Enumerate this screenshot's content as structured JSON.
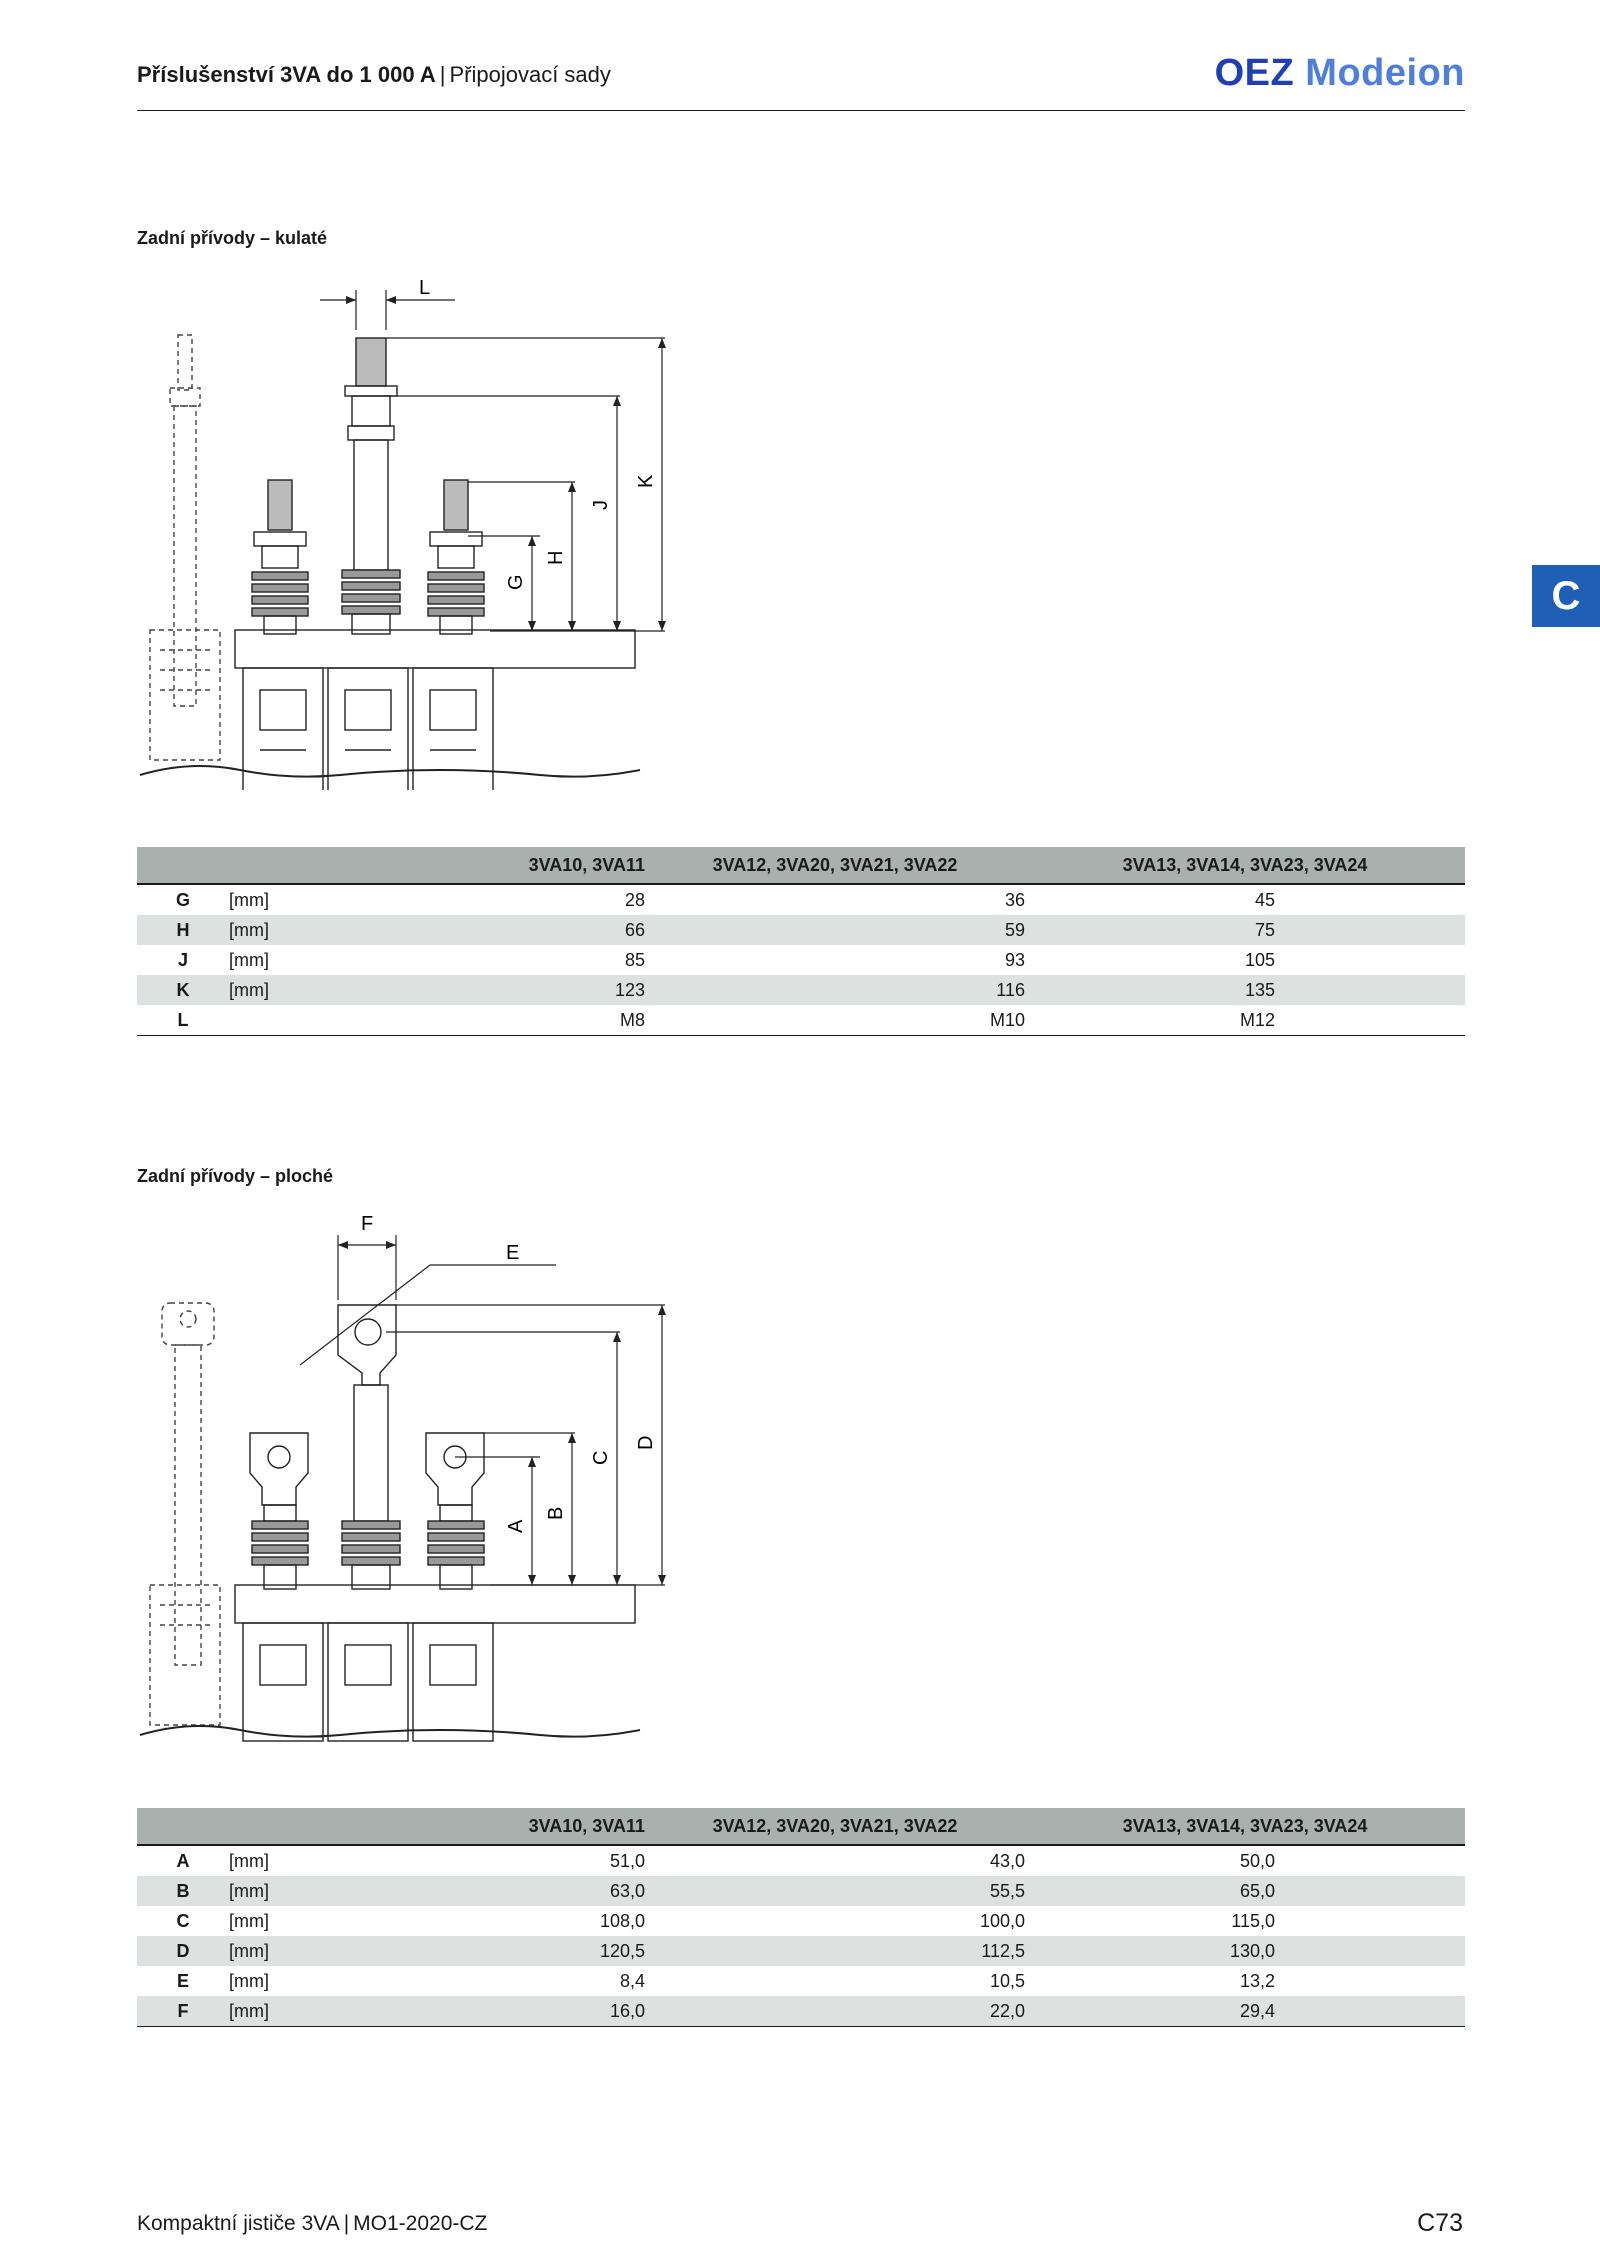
{
  "header": {
    "title_bold": "Příslušenství 3VA do 1 000 A",
    "separator": "|",
    "title_regular": "Připojovací sady",
    "logo_oez": "OEZ",
    "logo_modeion": "Modeion"
  },
  "side_tab": {
    "letter": "C",
    "color": "#1f5fb6"
  },
  "section1": {
    "title": "Zadní přívody – kulaté",
    "drawing_labels": {
      "L": "L",
      "K": "K",
      "J": "J",
      "H": "H",
      "G": "G"
    },
    "table": {
      "columns": [
        "3VA10, 3VA11",
        "3VA12, 3VA20, 3VA21, 3VA22",
        "3VA13, 3VA14, 3VA23, 3VA24"
      ],
      "rows": [
        {
          "dim": "G",
          "unit": "[mm]",
          "values": [
            "28",
            "36",
            "45"
          ]
        },
        {
          "dim": "H",
          "unit": "[mm]",
          "values": [
            "66",
            "59",
            "75"
          ]
        },
        {
          "dim": "J",
          "unit": "[mm]",
          "values": [
            "85",
            "93",
            "105"
          ]
        },
        {
          "dim": "K",
          "unit": "[mm]",
          "values": [
            "123",
            "116",
            "135"
          ]
        },
        {
          "dim": "L",
          "unit": "",
          "values": [
            "M8",
            "M10",
            "M12"
          ]
        }
      ]
    }
  },
  "section2": {
    "title": "Zadní přívody – ploché",
    "drawing_labels": {
      "F": "F",
      "E": "E",
      "D": "D",
      "C": "C",
      "B": "B",
      "A": "A"
    },
    "table": {
      "columns": [
        "3VA10, 3VA11",
        "3VA12, 3VA20, 3VA21, 3VA22",
        "3VA13, 3VA14, 3VA23, 3VA24"
      ],
      "rows": [
        {
          "dim": "A",
          "unit": "[mm]",
          "values": [
            "51,0",
            "43,0",
            "50,0"
          ]
        },
        {
          "dim": "B",
          "unit": "[mm]",
          "values": [
            "63,0",
            "55,5",
            "65,0"
          ]
        },
        {
          "dim": "C",
          "unit": "[mm]",
          "values": [
            "108,0",
            "100,0",
            "115,0"
          ]
        },
        {
          "dim": "D",
          "unit": "[mm]",
          "values": [
            "120,5",
            "112,5",
            "130,0"
          ]
        },
        {
          "dim": "E",
          "unit": "[mm]",
          "values": [
            "8,4",
            "10,5",
            "13,2"
          ]
        },
        {
          "dim": "F",
          "unit": "[mm]",
          "values": [
            "16,0",
            "22,0",
            "29,4"
          ]
        }
      ]
    }
  },
  "footer": {
    "left_text": "Kompaktní jističe 3VA",
    "left_sep": "|",
    "left_code": "MO1-2020-CZ",
    "page_number": "C73"
  }
}
